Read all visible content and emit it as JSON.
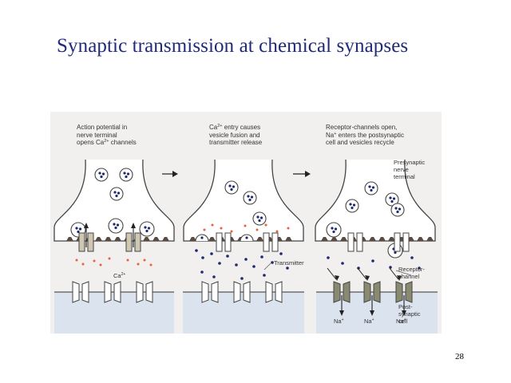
{
  "slide": {
    "title": "Synaptic transmission at chemical synapses",
    "page_number": "28"
  },
  "diagram": {
    "panels": [
      {
        "caption_lines": [
          "Action potential in",
          "nerve terminal"
        ],
        "caption_prefix": "opens Ca",
        "caption_sup": "2+",
        "caption_suffix": " channels"
      },
      {
        "caption_prefix": "Ca",
        "caption_sup": "2+",
        "caption_suffix": " entry causes",
        "caption_lines": [
          "vesicle fusion and",
          "transmitter release"
        ]
      },
      {
        "caption_line1": "Receptor-channels open,",
        "caption_prefix": "Na",
        "caption_sup": "+",
        "caption_suffix": " enters the postsynaptic",
        "caption_line3": "cell and vesicles recycle"
      }
    ],
    "ion_labels": {
      "calcium_base": "Ca",
      "calcium_sup": "2+",
      "sodium_base": "Na",
      "sodium_sup": "+"
    },
    "side_labels": {
      "presynaptic": [
        "Presynaptic",
        "nerve",
        "terminal"
      ],
      "transmitter": "Transmitter",
      "receptor_channel": [
        "Receptor-",
        "channel"
      ],
      "postsynaptic": [
        "Post-",
        "synaptic",
        "cell"
      ]
    },
    "colors": {
      "panel_background": "#f1f0ef",
      "terminal_fill": "#ffffff",
      "postsynaptic_fill": "#dbe3ee",
      "calcium_ions": "#e8603c",
      "transmitter_dots": "#1f2a6e",
      "open_channel": "#8a8a70",
      "title": "#1f2a7a"
    }
  }
}
